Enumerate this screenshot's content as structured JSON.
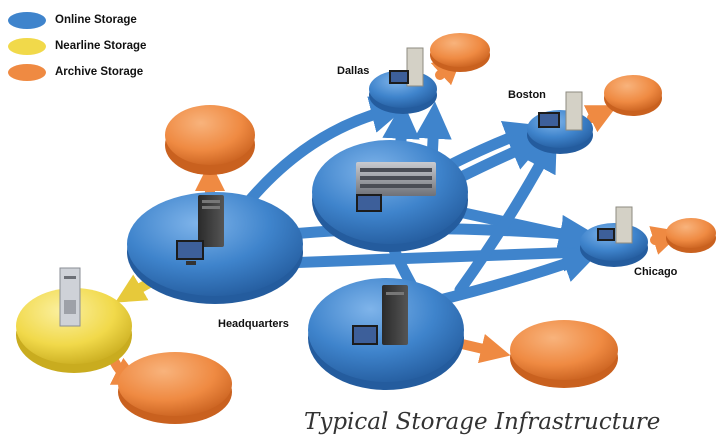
{
  "legend": [
    {
      "label": "Online Storage",
      "color": "#3f84cc"
    },
    {
      "label": "Nearline Storage",
      "color": "#f1d94a"
    },
    {
      "label": "Archive Storage",
      "color": "#ef8a42"
    }
  ],
  "sites": {
    "dallas": "Dallas",
    "boston": "Boston",
    "chicago": "Chicago",
    "headquarters": "Headquarters"
  },
  "caption": "Typical Storage Infrastructure"
}
